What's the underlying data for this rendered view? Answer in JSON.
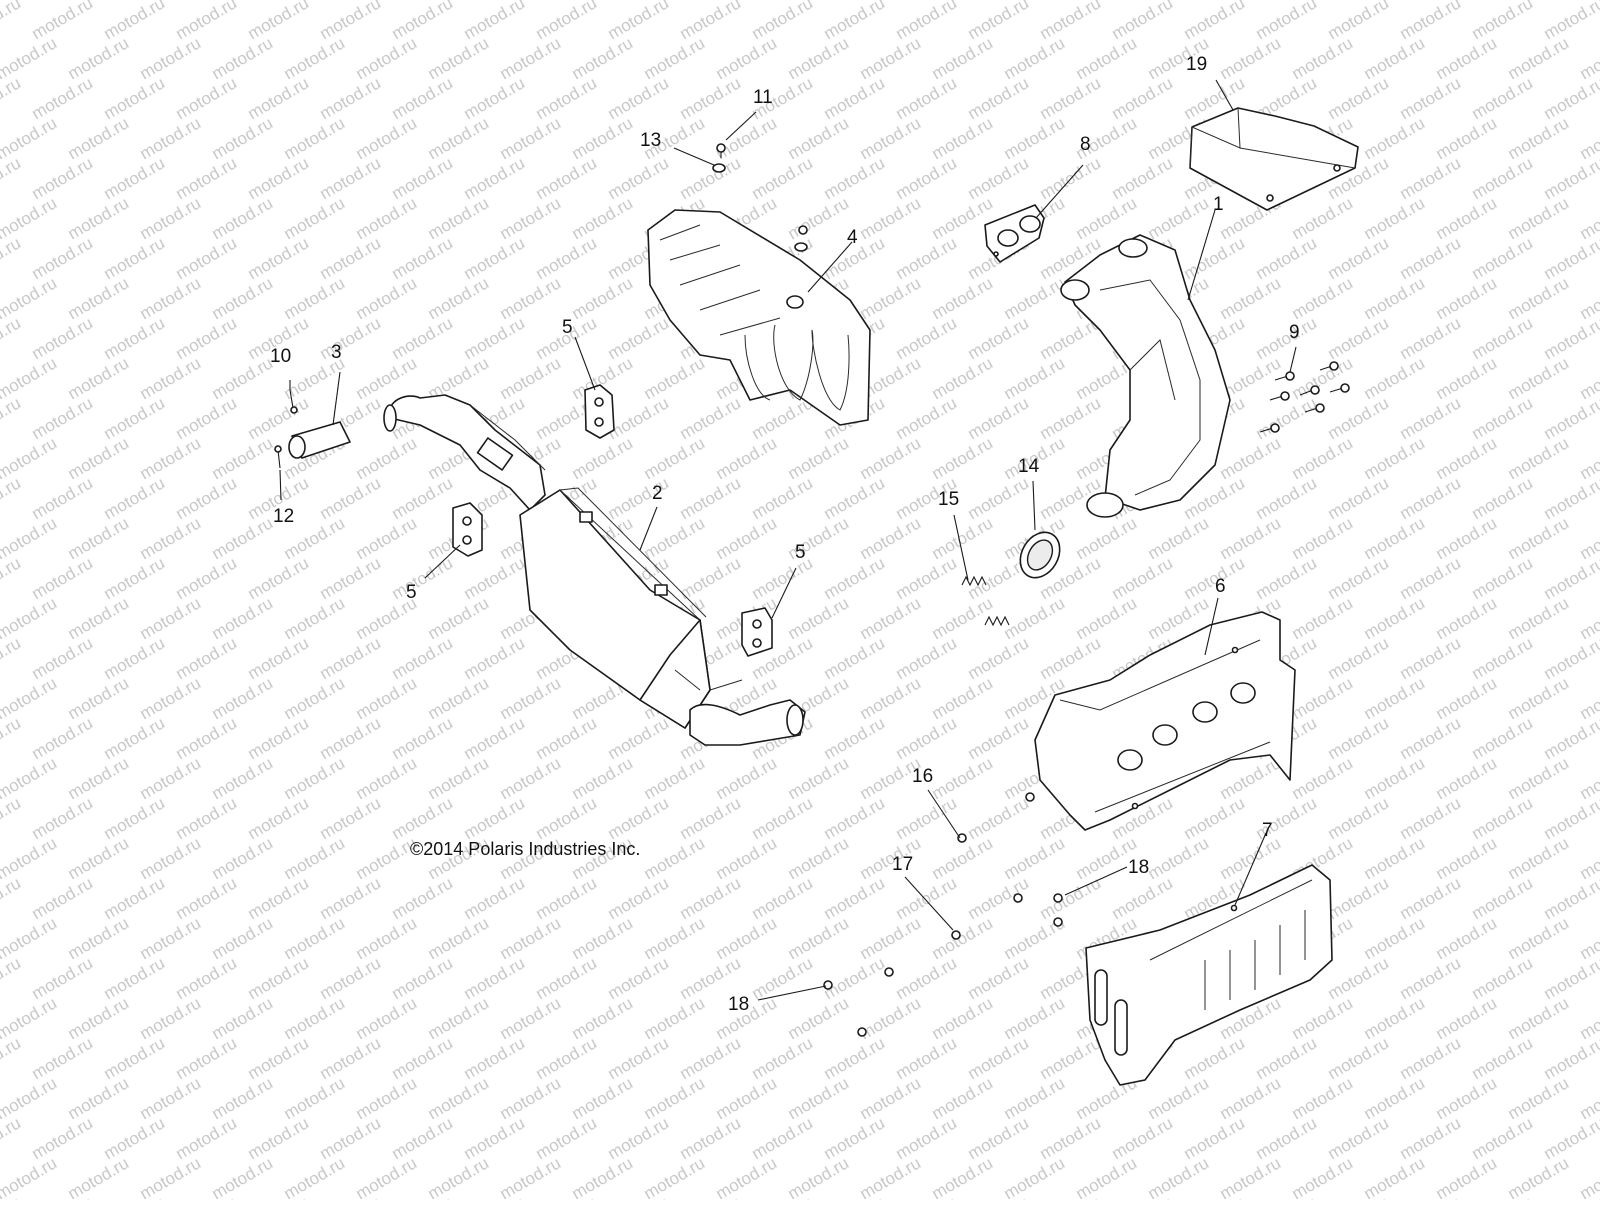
{
  "watermark": "motod.ru",
  "copyright": "©2014 Polaris Industries Inc.",
  "callouts": [
    "19",
    "11",
    "13",
    "8",
    "4",
    "1",
    "5",
    "10",
    "3",
    "9",
    "2",
    "12",
    "15",
    "14",
    "5",
    "5",
    "6",
    "16",
    "17",
    "18",
    "7",
    "18"
  ]
}
